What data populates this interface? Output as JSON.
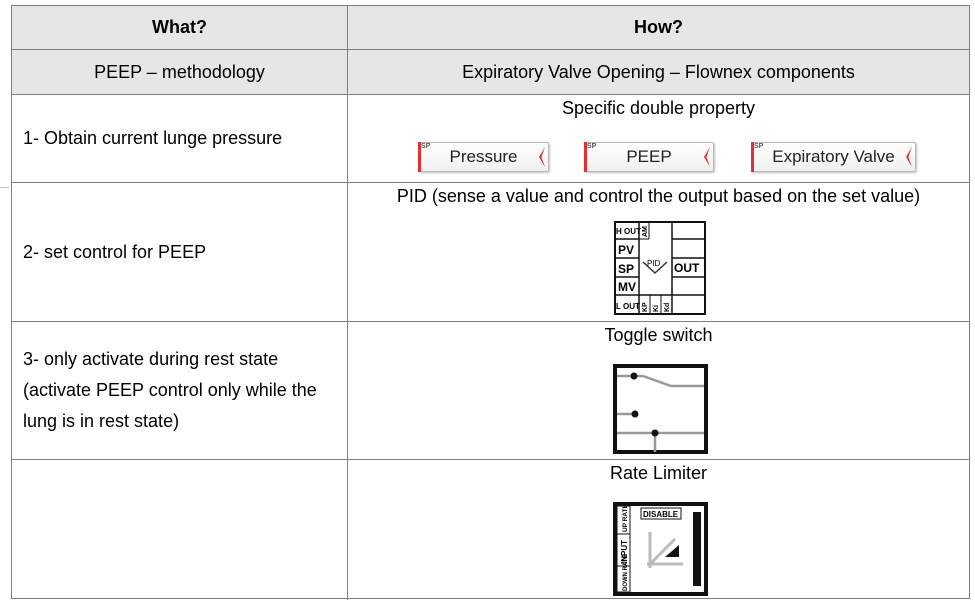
{
  "header": {
    "what": "What?",
    "how": "How?"
  },
  "subheader": {
    "left": "PEEP – methodology",
    "right": "Expiratory Valve Opening – Flownex components"
  },
  "rows": [
    {
      "step": "1- Obtain current lunge pressure",
      "component": "Specific double property",
      "tags": [
        {
          "sp": "SP",
          "label": "Pressure"
        },
        {
          "sp": "SP",
          "label": "PEEP"
        },
        {
          "sp": "SP",
          "label": "Expiratory Valve"
        }
      ]
    },
    {
      "step": "2- set control for PEEP",
      "component": "PID (sense a value and control the output based on the set value)",
      "pid": {
        "h_out": "H OUT",
        "am": "AM",
        "pv": "PV",
        "sp": "SP",
        "pid": "PID",
        "out": "OUT",
        "mv": "MV",
        "l_out": "L OUT",
        "kp": "KP",
        "ki": "Ki",
        "kd": "Kd"
      }
    },
    {
      "step": "3- only activate during rest state (activate PEEP control only while the lung is in rest state)",
      "component": "Toggle switch"
    },
    {
      "step": "",
      "component": "Rate Limiter",
      "limiter": {
        "disable": "DISABLE",
        "up_rate": "UP RATE",
        "input": "INPUT",
        "down_rate": "DOWN RATE"
      }
    }
  ],
  "icons": [
    "pid-icon",
    "toggle-switch-icon",
    "rate-limiter-icon"
  ],
  "colors": {
    "header_bg": "#e7e6e6",
    "grid": "#7f7f7f",
    "tag_accent": "#e03030"
  }
}
